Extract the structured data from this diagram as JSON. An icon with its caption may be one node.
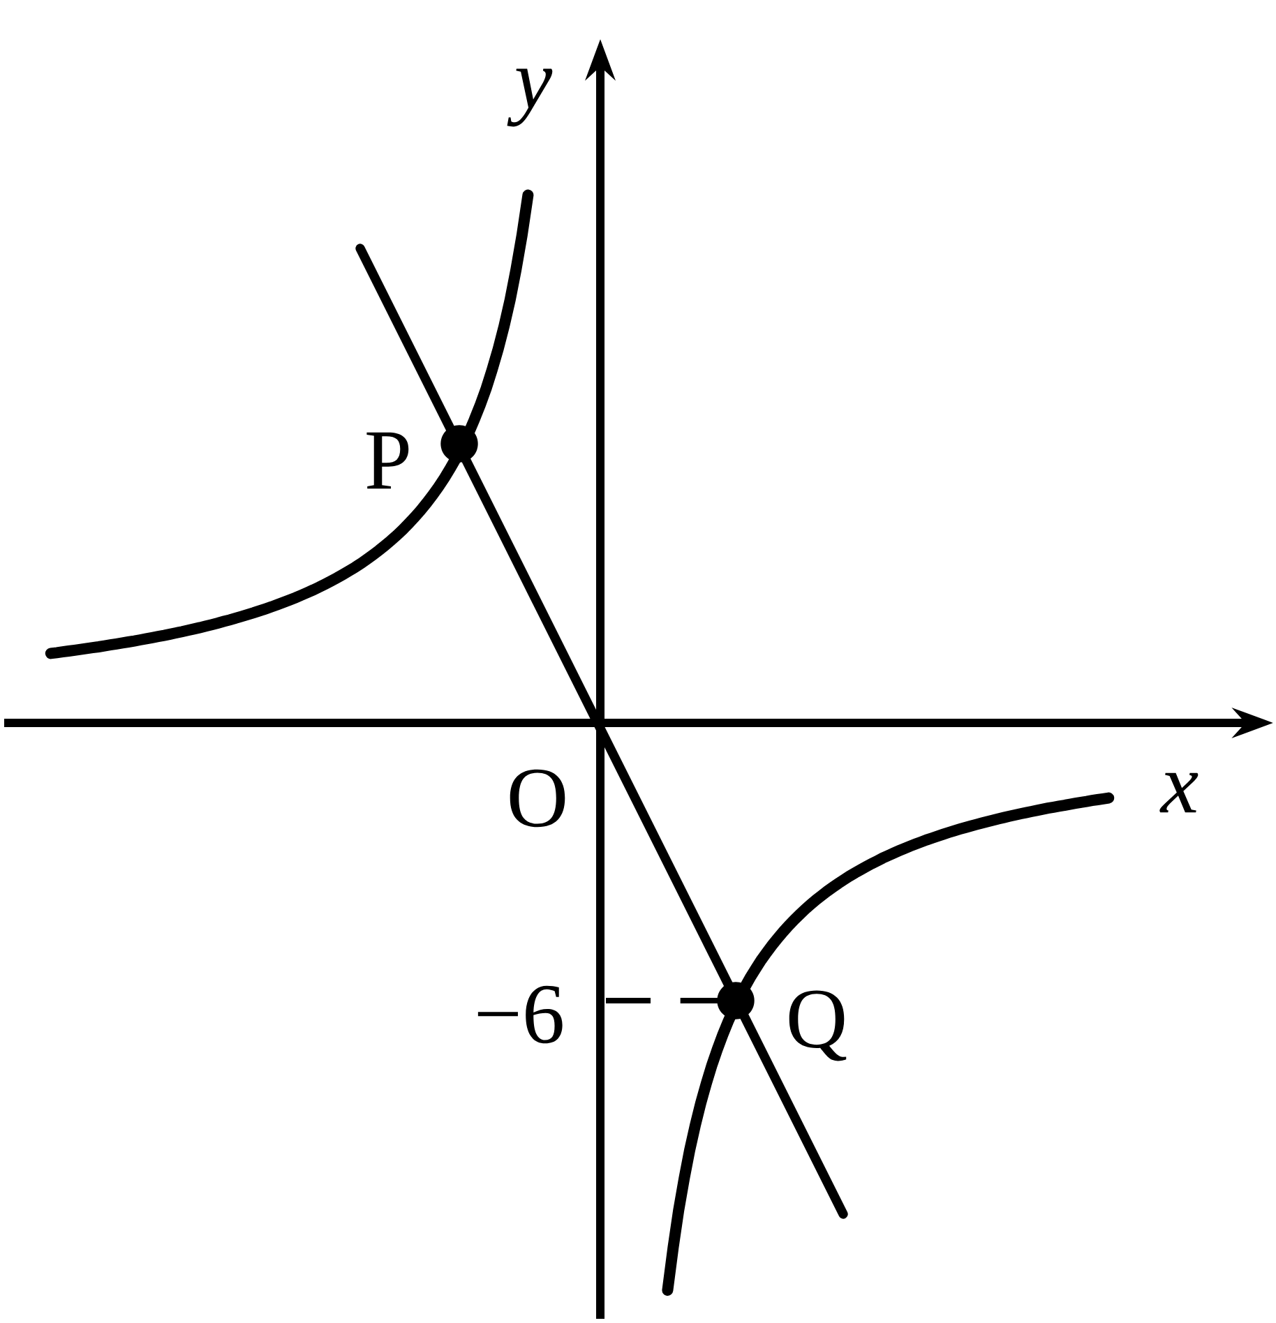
{
  "diagram": {
    "labels": [
      "y",
      "P",
      "O",
      "x",
      "−6",
      "Q"
    ]
  }
}
